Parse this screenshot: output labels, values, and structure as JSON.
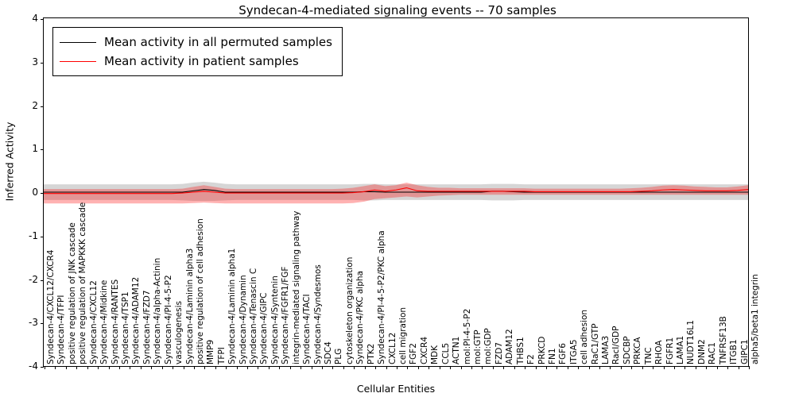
{
  "chart_data": {
    "type": "line",
    "title": "Syndecan-4-mediated signaling events -- 70 samples",
    "xlabel": "Cellular Entities",
    "ylabel": "Inferred Activity",
    "ylim": [
      -4,
      4
    ],
    "yticks": [
      -4,
      -3,
      -2,
      -1,
      0,
      1,
      2,
      3,
      4
    ],
    "grid": false,
    "legend_position": "upper left",
    "legend": [
      {
        "label": "Mean activity in all permuted samples",
        "color": "#000000"
      },
      {
        "label": "Mean activity in patient samples",
        "color": "#ff0000"
      }
    ],
    "categories": [
      "Syndecan-4/CXCL12/CXCR4",
      "Syndecan-4/TFPI",
      "positive regulation of JNK cascade",
      "positive regulation of MAPKKK cascade",
      "Syndecan-4/CXCL12",
      "Syndecan-4/Midkine",
      "Syndecan-4/RANTES",
      "Syndecan-4/TSP1",
      "Syndecan-4/ADAM12",
      "Syndecan-4/FZD7",
      "Syndecan-4/alpha-Actinin",
      "Syndecan-4/PI-4-5-P2",
      "vasculogenesis",
      "Syndecan-4/Laminin alpha3",
      "positive regulation of cell adhesion",
      "MMP9",
      "TFPI",
      "Syndecan-4/Laminin alpha1",
      "Syndecan-4/Dynamin",
      "Syndecan-4/Tenascin C",
      "Syndecan-4/GIPC",
      "Syndecan-4/Syntenin",
      "Syndecan-4/FGFR1/FGF",
      "integrin-mediated signaling pathway",
      "Syndecan-4/TACI",
      "Syndecan-4/Syndesmos",
      "SDC4",
      "PLG",
      "cytoskeleton organization",
      "Syndecan-4/PKC alpha",
      "PTK2",
      "Syndecan-4/PI-4-5-P2/PKC alpha",
      "CXCL12",
      "cell migration",
      "FGF2",
      "CXCR4",
      "MDK",
      "CCL5",
      "ACTN1",
      "mol:PI-4-5-P2",
      "mol:GTP",
      "mol:GDP",
      "FZD7",
      "ADAM12",
      "THBS1",
      "F2",
      "PRKCD",
      "FN1",
      "FGF6",
      "ITGA5",
      "cell adhesion",
      "RaC1/GTP",
      "LAMA3",
      "RacI/GDP",
      "SDCBP",
      "PRKCA",
      "TNC",
      "RHOA",
      "FGFR1",
      "LAMA1",
      "NUDT16L1",
      "DNM2",
      "RAC1",
      "TNFRSF13B",
      "ITGB1",
      "GIPC1",
      "alpha5/beta1 integrin"
    ],
    "series": [
      {
        "name": "Mean activity in all permuted samples",
        "color": "#000000",
        "values": [
          0.0,
          0.0,
          0.0,
          0.0,
          0.0,
          0.0,
          0.0,
          0.0,
          0.0,
          0.0,
          0.0,
          0.0,
          0.0,
          0.0,
          0.03,
          0.06,
          0.04,
          0.0,
          0.0,
          0.0,
          0.0,
          0.0,
          0.0,
          0.0,
          0.0,
          0.0,
          0.0,
          0.0,
          0.0,
          0.0,
          0.01,
          0.01,
          0.0,
          0.0,
          0.0,
          0.0,
          0.0,
          0.0,
          0.0,
          0.0,
          0.0,
          0.0,
          0.02,
          0.02,
          0.01,
          0.0,
          0.0,
          0.0,
          0.0,
          0.0,
          0.0,
          0.0,
          0.0,
          0.0,
          0.0,
          0.0,
          0.0,
          0.0,
          0.0,
          0.0,
          0.0,
          0.0,
          0.0,
          0.0,
          0.0,
          0.0,
          0.0
        ],
        "band_upper": [
          0.18,
          0.18,
          0.18,
          0.18,
          0.18,
          0.18,
          0.18,
          0.18,
          0.18,
          0.18,
          0.18,
          0.18,
          0.18,
          0.19,
          0.22,
          0.24,
          0.22,
          0.19,
          0.18,
          0.18,
          0.18,
          0.18,
          0.18,
          0.18,
          0.18,
          0.18,
          0.18,
          0.18,
          0.18,
          0.18,
          0.19,
          0.19,
          0.18,
          0.18,
          0.18,
          0.18,
          0.18,
          0.18,
          0.18,
          0.18,
          0.18,
          0.18,
          0.19,
          0.19,
          0.19,
          0.18,
          0.18,
          0.18,
          0.18,
          0.18,
          0.18,
          0.18,
          0.18,
          0.18,
          0.18,
          0.18,
          0.18,
          0.18,
          0.18,
          0.18,
          0.18,
          0.18,
          0.18,
          0.18,
          0.18,
          0.18,
          0.18
        ],
        "band_lower": [
          -0.18,
          -0.18,
          -0.18,
          -0.18,
          -0.18,
          -0.18,
          -0.18,
          -0.18,
          -0.18,
          -0.18,
          -0.18,
          -0.18,
          -0.18,
          -0.19,
          -0.2,
          -0.2,
          -0.2,
          -0.19,
          -0.18,
          -0.18,
          -0.18,
          -0.18,
          -0.18,
          -0.18,
          -0.18,
          -0.18,
          -0.18,
          -0.18,
          -0.18,
          -0.18,
          -0.19,
          -0.19,
          -0.18,
          -0.18,
          -0.18,
          -0.18,
          -0.18,
          -0.18,
          -0.18,
          -0.18,
          -0.18,
          -0.18,
          -0.19,
          -0.19,
          -0.19,
          -0.18,
          -0.18,
          -0.18,
          -0.18,
          -0.18,
          -0.18,
          -0.18,
          -0.18,
          -0.18,
          -0.18,
          -0.18,
          -0.18,
          -0.18,
          -0.18,
          -0.18,
          -0.18,
          -0.18,
          -0.18,
          -0.18,
          -0.18,
          -0.18,
          -0.18
        ]
      },
      {
        "name": "Mean activity in patient samples",
        "color": "#ff0000",
        "values": [
          -0.03,
          -0.03,
          -0.03,
          -0.03,
          -0.03,
          -0.03,
          -0.03,
          -0.03,
          -0.03,
          -0.03,
          -0.03,
          -0.03,
          -0.03,
          -0.02,
          0.0,
          0.02,
          0.0,
          -0.02,
          -0.02,
          -0.02,
          -0.02,
          -0.02,
          -0.02,
          -0.02,
          -0.02,
          -0.02,
          -0.02,
          -0.02,
          -0.02,
          -0.01,
          0.01,
          0.05,
          0.02,
          0.05,
          0.1,
          0.03,
          0.02,
          0.02,
          0.02,
          0.02,
          0.02,
          0.02,
          0.02,
          0.02,
          0.02,
          0.02,
          0.01,
          0.01,
          0.01,
          0.01,
          0.01,
          0.01,
          0.01,
          0.01,
          0.01,
          0.01,
          0.02,
          0.03,
          0.05,
          0.06,
          0.05,
          0.04,
          0.03,
          0.03,
          0.03,
          0.04,
          0.06
        ],
        "band_upper": [
          0.07,
          0.07,
          0.07,
          0.07,
          0.07,
          0.07,
          0.07,
          0.07,
          0.07,
          0.07,
          0.07,
          0.07,
          0.07,
          0.08,
          0.12,
          0.16,
          0.12,
          0.08,
          0.07,
          0.07,
          0.07,
          0.07,
          0.07,
          0.07,
          0.07,
          0.07,
          0.07,
          0.07,
          0.08,
          0.1,
          0.14,
          0.18,
          0.14,
          0.16,
          0.22,
          0.16,
          0.12,
          0.1,
          0.1,
          0.09,
          0.09,
          0.09,
          0.09,
          0.09,
          0.09,
          0.09,
          0.08,
          0.08,
          0.08,
          0.08,
          0.08,
          0.08,
          0.08,
          0.08,
          0.08,
          0.09,
          0.1,
          0.12,
          0.15,
          0.16,
          0.15,
          0.13,
          0.12,
          0.11,
          0.11,
          0.13,
          0.16
        ],
        "band_lower": [
          -0.26,
          -0.26,
          -0.26,
          -0.26,
          -0.26,
          -0.26,
          -0.26,
          -0.26,
          -0.26,
          -0.26,
          -0.26,
          -0.26,
          -0.26,
          -0.26,
          -0.25,
          -0.24,
          -0.25,
          -0.26,
          -0.26,
          -0.26,
          -0.26,
          -0.26,
          -0.26,
          -0.26,
          -0.26,
          -0.26,
          -0.26,
          -0.26,
          -0.26,
          -0.25,
          -0.22,
          -0.16,
          -0.14,
          -0.12,
          -0.1,
          -0.12,
          -0.1,
          -0.08,
          -0.07,
          -0.06,
          -0.06,
          -0.06,
          -0.06,
          -0.06,
          -0.06,
          -0.06,
          -0.06,
          -0.06,
          -0.06,
          -0.06,
          -0.06,
          -0.06,
          -0.06,
          -0.06,
          -0.06,
          -0.06,
          -0.06,
          -0.06,
          -0.06,
          -0.06,
          -0.06,
          -0.06,
          -0.06,
          -0.06,
          -0.06,
          -0.06,
          -0.06
        ]
      }
    ]
  }
}
